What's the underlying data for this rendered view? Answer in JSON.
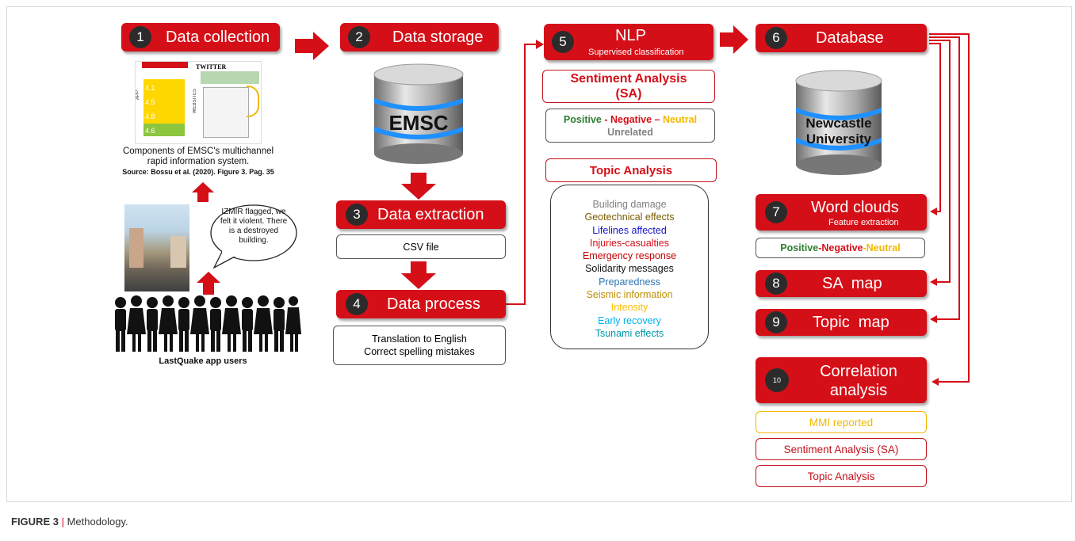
{
  "steps": {
    "s1": {
      "num": "1",
      "title": "Data collection"
    },
    "s2": {
      "num": "2",
      "title": "Data storage"
    },
    "s3": {
      "num": "3",
      "title": "Data extraction"
    },
    "s4": {
      "num": "4",
      "title": "Data process"
    },
    "s5": {
      "num": "5",
      "title": "NLP",
      "subtitle": "Supervised classification"
    },
    "s6": {
      "num": "6",
      "title": "Database"
    },
    "s7": {
      "num": "7",
      "title": "Word clouds",
      "subtitle": "Feature extraction"
    },
    "s8": {
      "num": "8",
      "title": "SA  map"
    },
    "s9": {
      "num": "9",
      "title": "Topic  map"
    },
    "s10": {
      "num": "10",
      "title_line1": "Correlation",
      "title_line2": "analysis"
    }
  },
  "collection": {
    "thumb_twitter": "TWITTER",
    "thumb_app": "APP",
    "thumb_websites": "WEBSITES",
    "thumb_values": [
      "4.1",
      "4.5",
      "4.8",
      "4.6"
    ],
    "caption_line1": "Components of EMSC's multichannel",
    "caption_line2": "rapid information system.",
    "source": "Source: Bossu et al. (2020). Figure 3. Pag. 35",
    "speech": "IZMIR flagged, we felt it violent. There is a destroyed building.",
    "users_label": "LastQuake app users"
  },
  "storage": {
    "db_label": "EMSC"
  },
  "extraction": {
    "csv": "CSV file"
  },
  "process": {
    "line1": "Translation to English",
    "line2": "Correct spelling mistakes"
  },
  "nlp": {
    "sa_title": "Sentiment Analysis (SA)",
    "positive": "Positive",
    "sep1": " - ",
    "negative": "Negative",
    "sep2": " – ",
    "neutral": "Neutral",
    "unrelated": "Unrelated",
    "topic_title": "Topic Analysis",
    "topics": [
      {
        "label": "Building damage",
        "color": "#7f7f7f"
      },
      {
        "label": "Geotechnical effects",
        "color": "#7a5c00"
      },
      {
        "label": "Lifelines affected",
        "color": "#1515c8"
      },
      {
        "label": "Injuries-casualties",
        "color": "#d50f18"
      },
      {
        "label": "Emergency response",
        "color": "#c00000"
      },
      {
        "label": "Solidarity messages",
        "color": "#111111"
      },
      {
        "label": "Preparedness",
        "color": "#2e74b5"
      },
      {
        "label": "Seismic information",
        "color": "#bf8f00"
      },
      {
        "label": "Intensity",
        "color": "#ffc000"
      },
      {
        "label": "Early recovery",
        "color": "#00b0f0"
      },
      {
        "label": "Tsunami effects",
        "color": "#0097a7"
      }
    ]
  },
  "database": {
    "db_line1": "Newcastle",
    "db_line2": "University"
  },
  "wordclouds": {
    "positive": "Positive",
    "sep1": " - ",
    "negative": "Negative",
    "sep2": " - ",
    "neutral": "Neutral"
  },
  "correlation": {
    "mmi": "MMI reported",
    "sa": "Sentiment Analysis (SA)",
    "topic": "Topic Analysis"
  },
  "figure_caption": {
    "label": "FIGURE 3",
    "sep": " | ",
    "text": "Methodology."
  }
}
